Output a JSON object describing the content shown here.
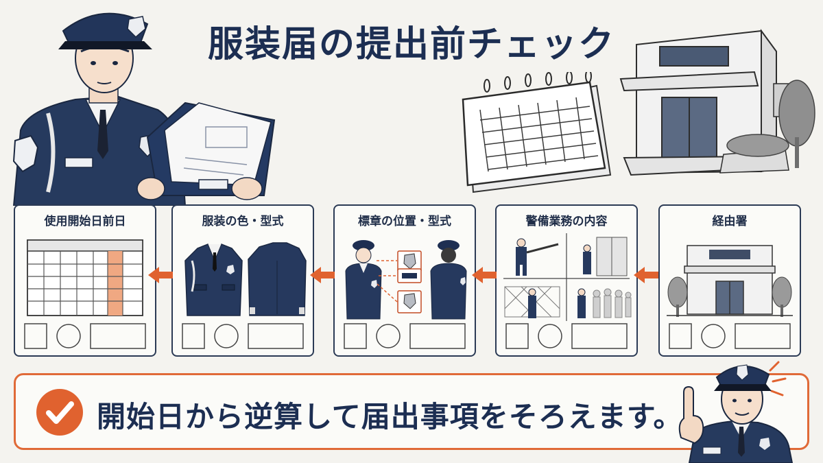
{
  "title": "服装届の提出前チェック",
  "cards": [
    {
      "label": "経由署",
      "illustration": "police-station-icon"
    },
    {
      "label": "警備業務の内容",
      "illustration": "guard-duties-icon"
    },
    {
      "label": "標章の位置・型式",
      "illustration": "emblem-position-icon"
    },
    {
      "label": "服装の色・型式",
      "illustration": "uniform-jacket-icon"
    },
    {
      "label": "使用開始日前日",
      "illustration": "calendar-icon"
    }
  ],
  "flow_direction": "right-to-left",
  "banner": {
    "text": "開始日から逆算して届出事項をそろえます。",
    "icon": "check-icon"
  },
  "colors": {
    "navy": "#1c2e52",
    "accent_orange": "#e0622f",
    "highlight_cell": "#f0a882",
    "background": "#f4f3ef"
  }
}
